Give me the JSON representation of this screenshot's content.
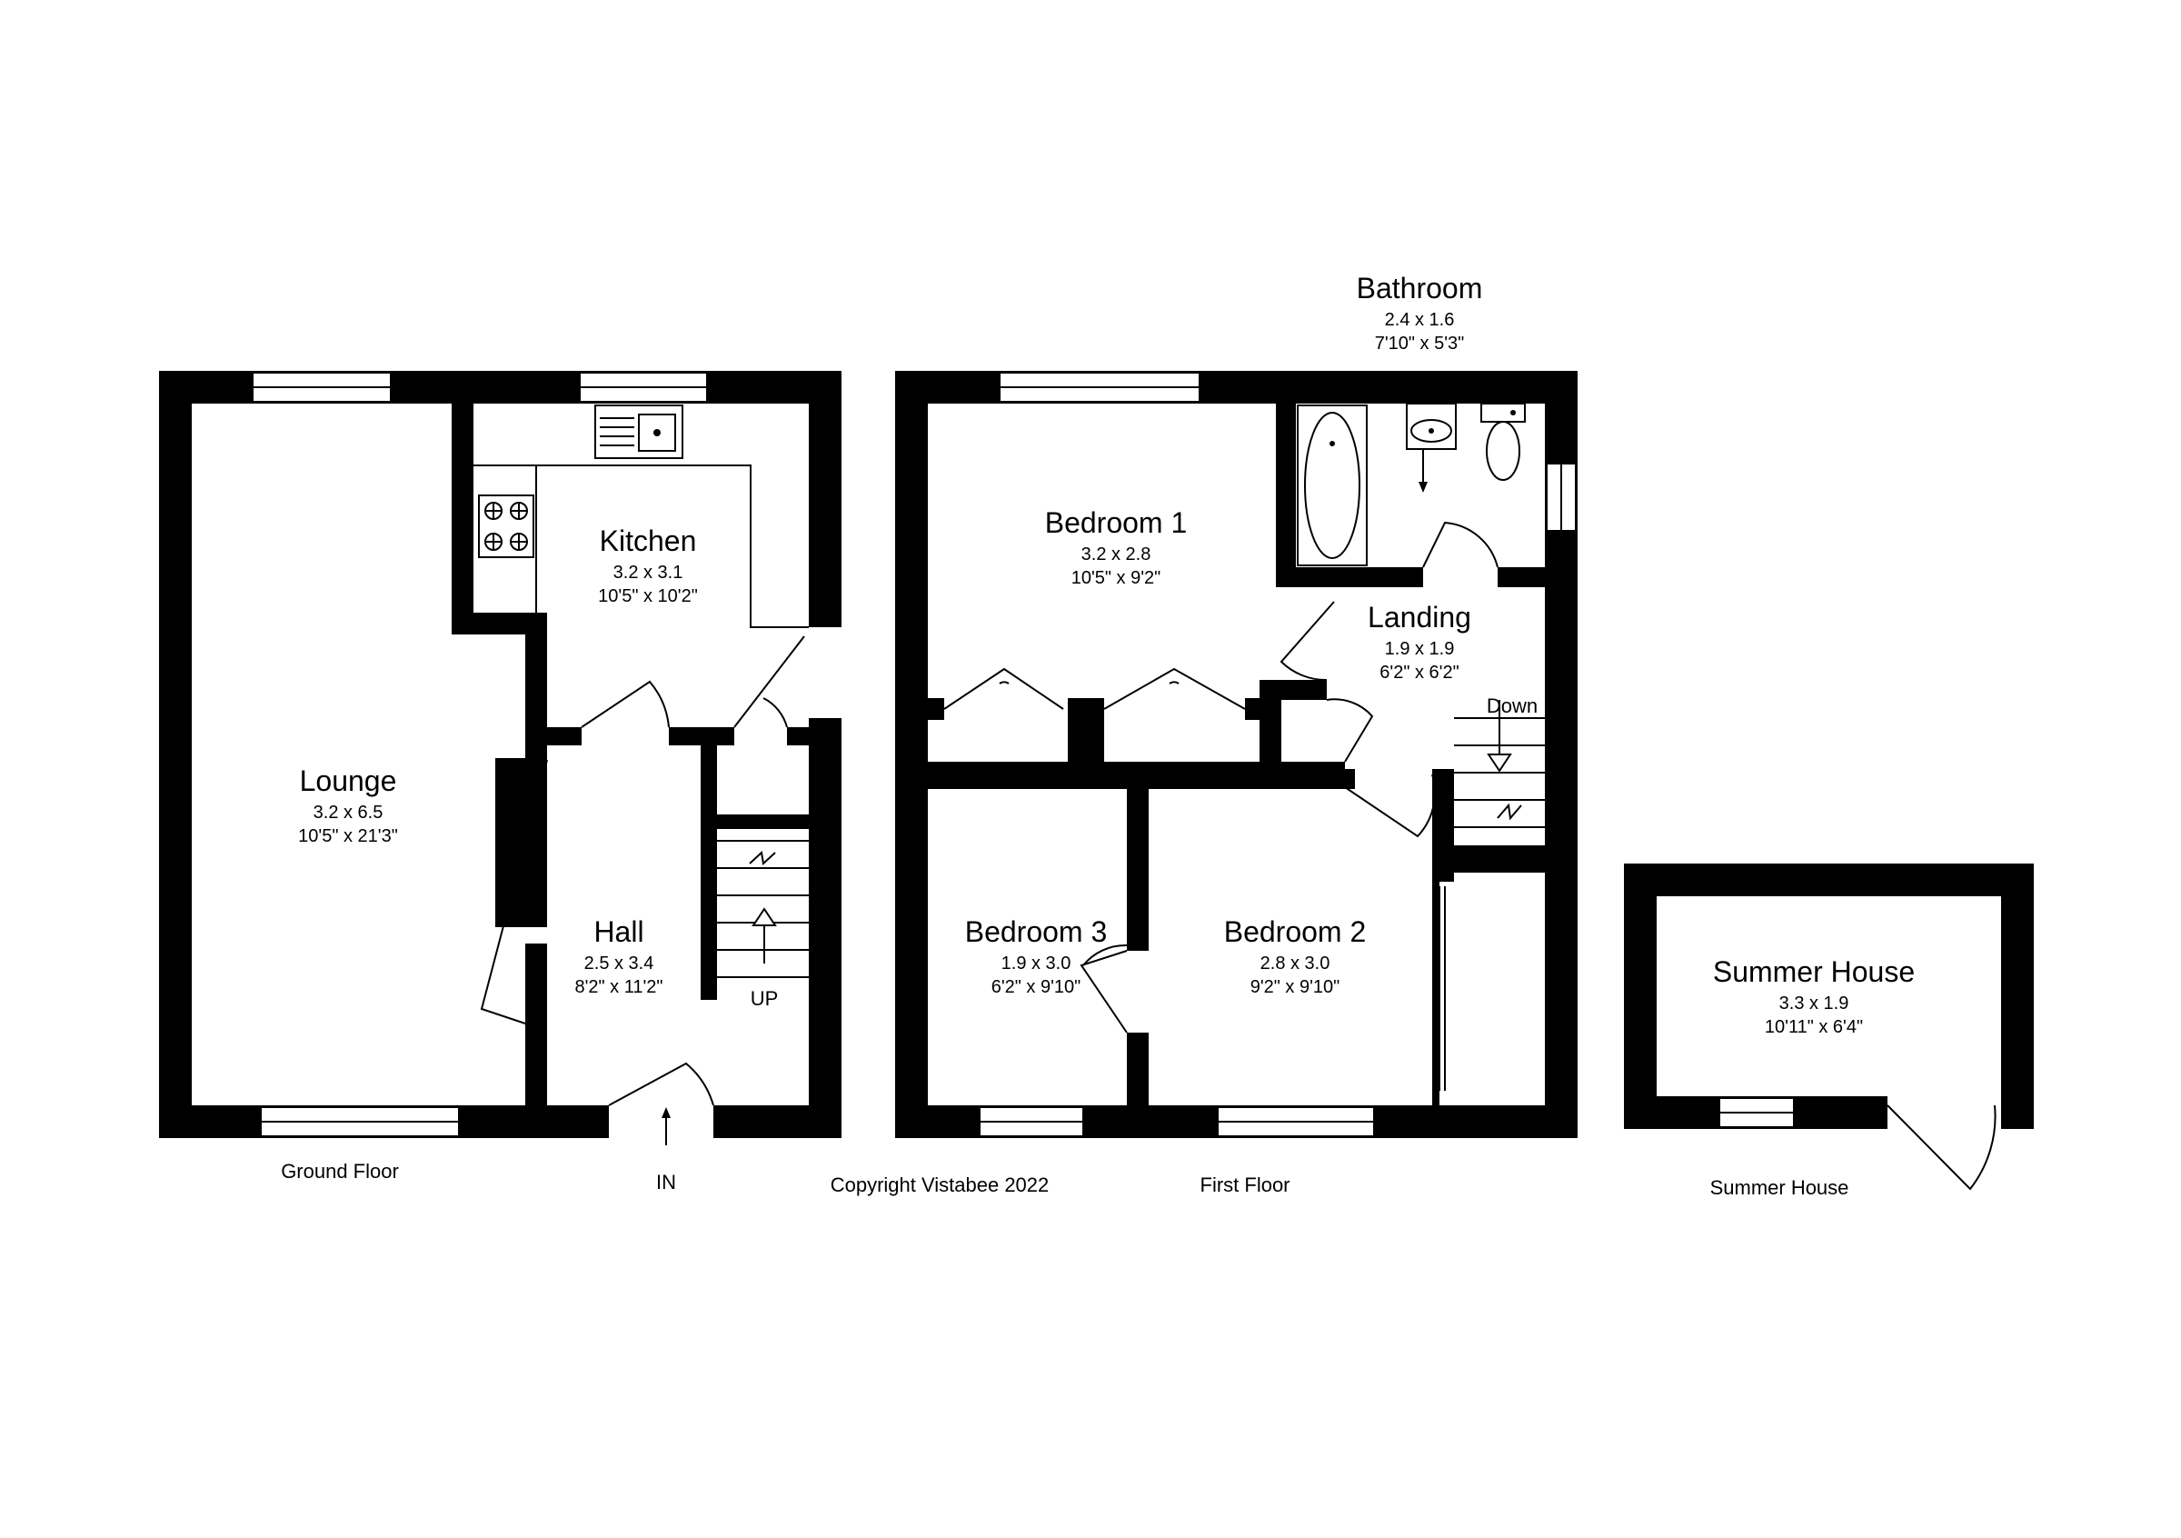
{
  "ground_floor": {
    "caption": "Ground Floor",
    "entry_label": "IN",
    "stairs_label": "UP",
    "rooms": {
      "lounge": {
        "name": "Lounge",
        "metric": "3.2 x 6.5",
        "imperial": "10'5\" x 21'3\""
      },
      "kitchen": {
        "name": "Kitchen",
        "metric": "3.2 x 3.1",
        "imperial": "10'5\" x 10'2\""
      },
      "hall": {
        "name": "Hall",
        "metric": "2.5 x 3.4",
        "imperial": "8'2\" x 11'2\""
      }
    }
  },
  "first_floor": {
    "caption": "First Floor",
    "stairs_label": "Down",
    "rooms": {
      "bathroom": {
        "name": "Bathroom",
        "metric": "2.4 x 1.6",
        "imperial": "7'10\" x 5'3\""
      },
      "bedroom1": {
        "name": "Bedroom 1",
        "metric": "3.2 x 2.8",
        "imperial": "10'5\" x 9'2\""
      },
      "landing": {
        "name": "Landing",
        "metric": "1.9 x 1.9",
        "imperial": "6'2\" x 6'2\""
      },
      "bedroom3": {
        "name": "Bedroom 3",
        "metric": "1.9 x 3.0",
        "imperial": "6'2\" x 9'10\""
      },
      "bedroom2": {
        "name": "Bedroom 2",
        "metric": "2.8 x 3.0",
        "imperial": "9'2\" x 9'10\""
      }
    }
  },
  "summer_house": {
    "caption": "Summer House",
    "rooms": {
      "summer_house": {
        "name": "Summer House",
        "metric": "3.3 x 1.9",
        "imperial": "10'11\" x 6'4\""
      }
    }
  },
  "copyright": "Copyright Vistabee 2022"
}
